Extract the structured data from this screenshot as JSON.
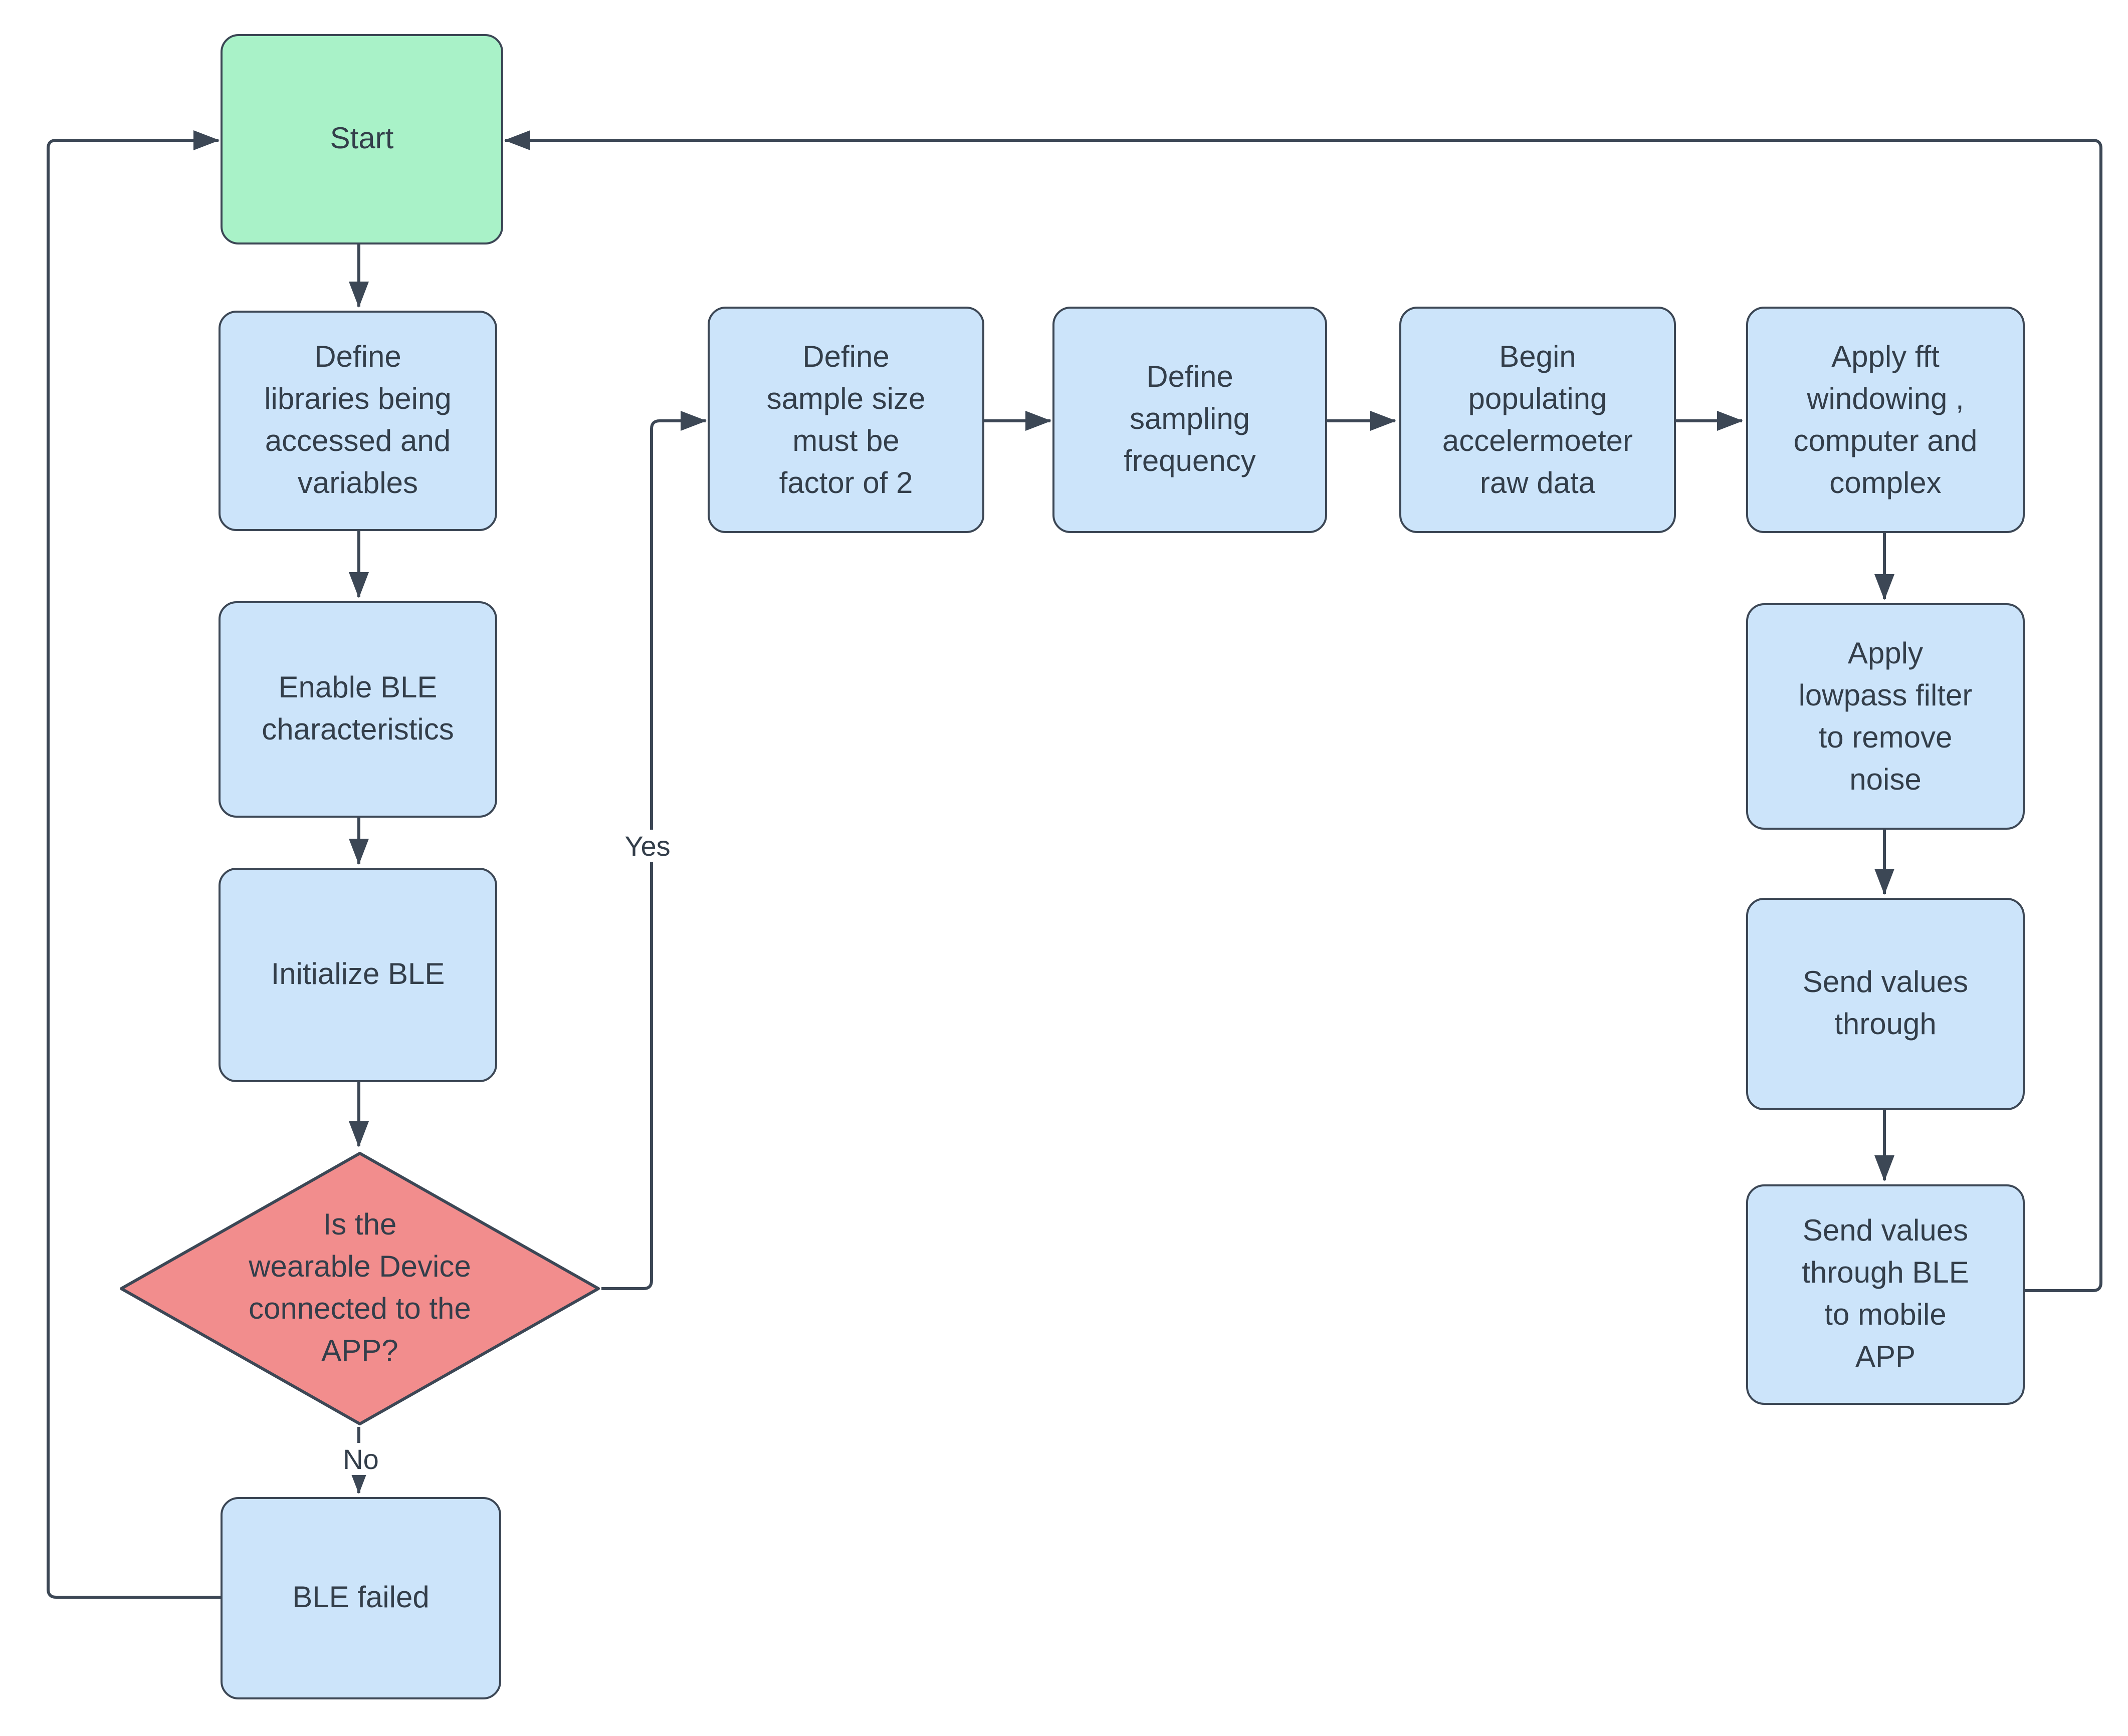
{
  "flowchart": {
    "nodes": {
      "start": {
        "label": "Start",
        "type": "terminal"
      },
      "define_libraries": {
        "label": "Define\nlibraries being\naccessed and\nvariables",
        "type": "process"
      },
      "enable_ble": {
        "label": "Enable BLE\ncharacteristics",
        "type": "process"
      },
      "initialize_ble": {
        "label": "Initialize BLE",
        "type": "process"
      },
      "device_connected": {
        "label": "Is the\nwearable Device\nconnected to the\nAPP?",
        "type": "decision"
      },
      "ble_failed": {
        "label": "BLE failed",
        "type": "process"
      },
      "define_sample_size": {
        "label": "Define\nsample size\nmust be\nfactor of 2",
        "type": "process"
      },
      "define_sampling_frequency": {
        "label": "Define\nsampling\nfrequency",
        "type": "process"
      },
      "begin_populating": {
        "label": "Begin\npopulating\naccelermoeter\nraw data",
        "type": "process"
      },
      "apply_fft": {
        "label": "Apply fft\nwindowing ,\ncomputer and\ncomplex",
        "type": "process"
      },
      "apply_lowpass": {
        "label": "Apply\nlowpass filter\nto remove\nnoise",
        "type": "process"
      },
      "send_values_through": {
        "label": "Send values\nthrough",
        "type": "process"
      },
      "send_values_ble": {
        "label": "Send values\nthrough BLE\nto mobile\nAPP",
        "type": "process"
      }
    },
    "edge_labels": {
      "yes": "Yes",
      "no": "No"
    },
    "colors": {
      "terminal_fill": "#a9f2c8",
      "process_fill": "#cce4fa",
      "decision_fill": "#f28d8d",
      "stroke_color": "#3c4755",
      "text_color": "#333e4a"
    }
  }
}
